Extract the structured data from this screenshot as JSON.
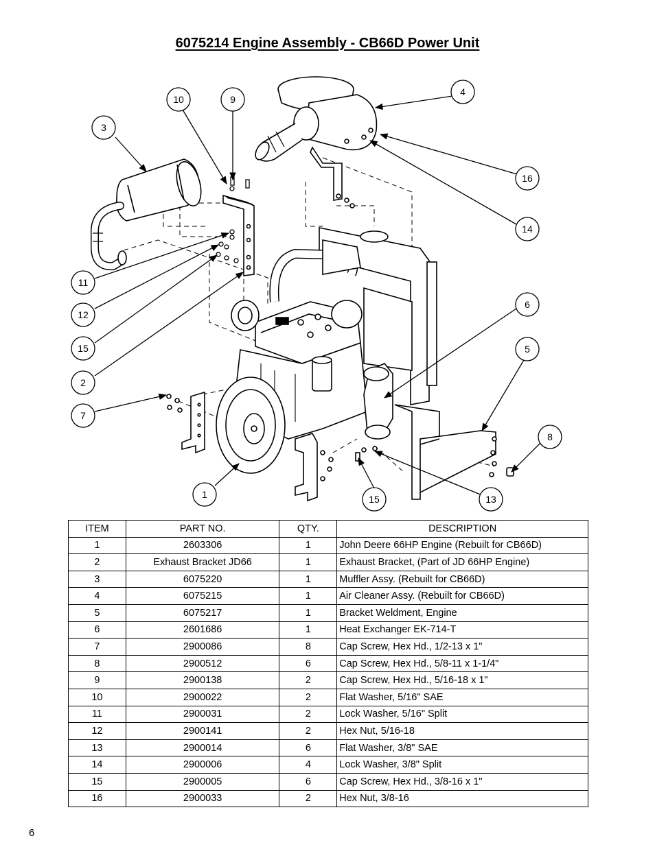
{
  "page": {
    "title": "6075214 Engine Assembly - CB66D Power Unit",
    "page_number": "6"
  },
  "callouts": [
    "10",
    "9",
    "3",
    "4",
    "16",
    "14",
    "11",
    "12",
    "15",
    "2",
    "7",
    "6",
    "5",
    "8",
    "1",
    "15",
    "13"
  ],
  "table": {
    "headers": [
      "ITEM",
      "PART NO.",
      "QTY.",
      "DESCRIPTION"
    ],
    "rows": [
      [
        "1",
        "2603306",
        "1",
        "John Deere 66HP Engine (Rebuilt for CB66D)"
      ],
      [
        "2",
        "Exhaust Bracket JD66",
        "1",
        "Exhaust Bracket, (Part of JD 66HP Engine)"
      ],
      [
        "3",
        "6075220",
        "1",
        "Muffler Assy. (Rebuilt for CB66D)"
      ],
      [
        "4",
        "6075215",
        "1",
        "Air Cleaner Assy. (Rebuilt for CB66D)"
      ],
      [
        "5",
        "6075217",
        "1",
        "Bracket Weldment, Engine"
      ],
      [
        "6",
        "2601686",
        "1",
        "Heat Exchanger EK-714-T"
      ],
      [
        "7",
        "2900086",
        "8",
        "Cap Screw, Hex Hd., 1/2-13 x 1\""
      ],
      [
        "8",
        "2900512",
        "6",
        "Cap Screw, Hex Hd., 5/8-11 x 1-1/4\""
      ],
      [
        "9",
        "2900138",
        "2",
        "Cap Screw, Hex Hd., 5/16-18 x 1\""
      ],
      [
        "10",
        "2900022",
        "2",
        "Flat Washer, 5/16\" SAE"
      ],
      [
        "11",
        "2900031",
        "2",
        "Lock Washer, 5/16\" Split"
      ],
      [
        "12",
        "2900141",
        "2",
        "Hex Nut, 5/16-18"
      ],
      [
        "13",
        "2900014",
        "6",
        "Flat Washer, 3/8\" SAE"
      ],
      [
        "14",
        "2900006",
        "4",
        "Lock Washer, 3/8\" Split"
      ],
      [
        "15",
        "2900005",
        "6",
        "Cap Screw, Hex Hd., 3/8-16 x 1\""
      ],
      [
        "16",
        "2900033",
        "2",
        "Hex Nut, 3/8-16"
      ]
    ]
  }
}
